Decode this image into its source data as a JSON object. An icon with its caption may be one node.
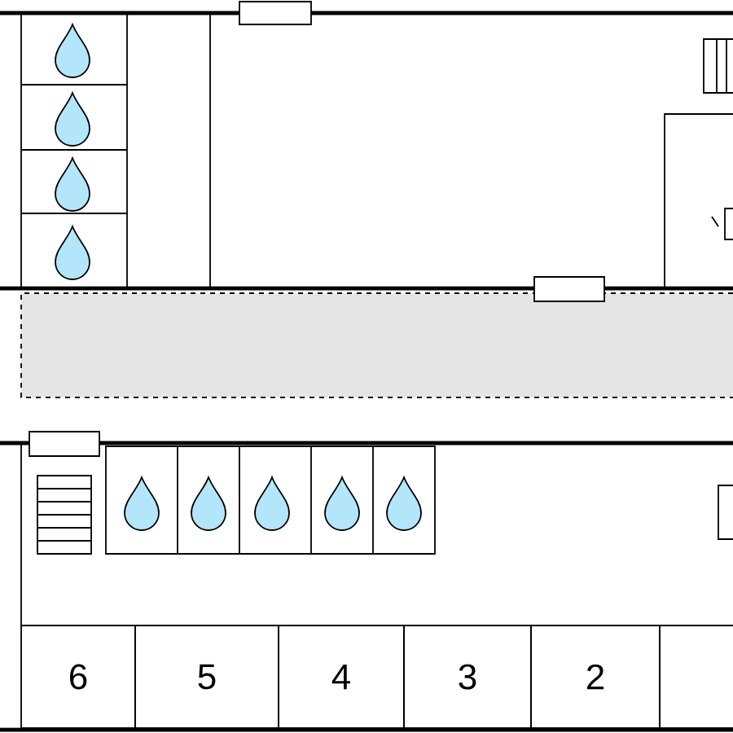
{
  "diagram": {
    "nodes": [
      {
        "text": [
          "6"
        ]
      },
      {
        "text": [
          "5"
        ]
      },
      {
        "text": [
          "4"
        ]
      },
      {
        "text": [
          "3"
        ]
      },
      {
        "text": [
          "2"
        ]
      },
      {
        "text": [],
        "shape": "box"
      }
    ]
  }
}
